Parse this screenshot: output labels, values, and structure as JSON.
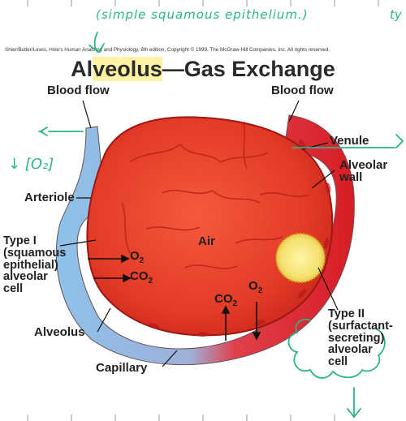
{
  "handwritten": {
    "top_note": "(simple squamous epithelium.)",
    "top_note_tail": "ty",
    "o2_note": "↓ [O₂]"
  },
  "copyright": "Shier/Butler/Lewis, Hole's Human Anatomy and Physiology, 8th edition, Copyright © 1999, The McGraw-Hill Companies, Inc. All rights reserved.",
  "title": {
    "part1": "Al",
    "part2": "veolus",
    "part3": "—Gas Exchange"
  },
  "labels": {
    "blood_flow_left": "Blood flow",
    "blood_flow_right": "Blood flow",
    "venule": "Venule",
    "alveolar_wall": "Alveolar\nwall",
    "arteriole": "Arteriole",
    "type1": "Type I\n(squamous\nepithelial)\nalveolar\ncell",
    "air": "Air",
    "alveolus": "Alveolus",
    "capillary": "Capillary",
    "type2": "Type II\n(surfactant-\nsecreting)\nalveolar\ncell"
  },
  "gases": {
    "o2_left": "O",
    "o2_left_sub": "2",
    "co2_left": "CO",
    "co2_left_sub": "2",
    "co2_bottom": "CO",
    "co2_bottom_sub": "2",
    "o2_bottom": "O",
    "o2_bottom_sub": "2"
  },
  "colors": {
    "annotation_green": "#2db38a",
    "highlight_yellow": "#fff3a6",
    "alveolus_red": "#e02a1e",
    "oxygenated_blood": "#d81c24",
    "deoxygenated_blood": "#8cc2ea"
  }
}
